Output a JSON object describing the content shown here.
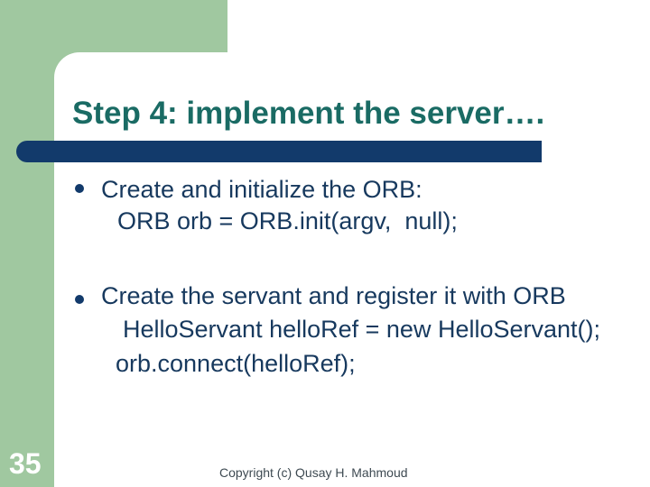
{
  "slide": {
    "title": "Step 4: implement the server….",
    "bullets": [
      {
        "icon": "bullet-circle",
        "lines": [
          "Create and initialize the ORB:",
          "ORB orb = ORB.init(argv,  null);"
        ]
      },
      {
        "icon": "bullet-circle",
        "lines": [
          "Create the servant and register it with ORB",
          "HelloServant helloRef = new HelloServant();",
          "orb.connect(helloRef);"
        ]
      }
    ],
    "page_number": "35",
    "footer": "Copyright (c) Qusay H. Mahmoud"
  },
  "colors": {
    "accent_green": "#A0C8A0",
    "accent_navy_bar": "#123A6B",
    "title_teal": "#1A6B64",
    "body_text": "#17395E",
    "bullet_dot": "#123A6B",
    "page_number_text": "#FFFFFF",
    "footer_text": "#3E4A52",
    "background": "#FFFFFF"
  }
}
